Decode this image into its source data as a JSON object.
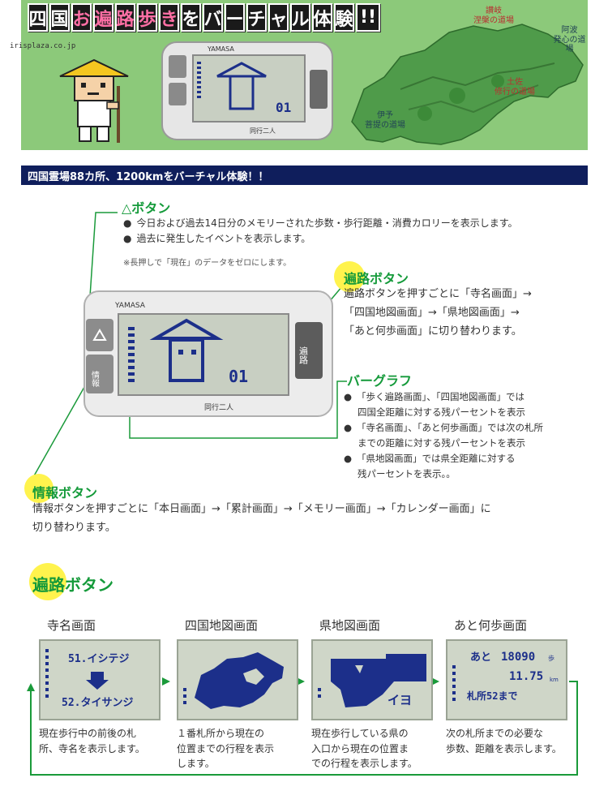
{
  "banner": {
    "title_chars": [
      {
        "ch": "四",
        "accent": false
      },
      {
        "ch": "国",
        "accent": false
      },
      {
        "ch": "お",
        "accent": true
      },
      {
        "ch": "遍",
        "accent": true
      },
      {
        "ch": "路",
        "accent": true
      },
      {
        "ch": "歩",
        "accent": true
      },
      {
        "ch": "き",
        "accent": true
      },
      {
        "ch": "を",
        "accent": false
      },
      {
        "ch": "バ",
        "accent": false
      },
      {
        "ch": "ー",
        "accent": false
      },
      {
        "ch": "チ",
        "accent": false
      },
      {
        "ch": "ャ",
        "accent": false
      },
      {
        "ch": "ル",
        "accent": false
      },
      {
        "ch": "体",
        "accent": false
      },
      {
        "ch": "験",
        "accent": false
      },
      {
        "ch": "!!",
        "accent": false
      }
    ],
    "site_credit": "irisplaza.co.jp",
    "device_brand": "YAMASA",
    "device_counter": "01",
    "device_bottom_text": "同行二人",
    "map_labels": {
      "sanuki_name": "讃岐",
      "sanuki_sub": "涅槃の道場",
      "awa_name": "阿波",
      "awa_sub": "発心の道場",
      "tosa_name": "土佐",
      "tosa_sub": "修行の道場",
      "iyo_name": "伊予",
      "iyo_sub": "菩提の道場"
    }
  },
  "section_title": "四国霊場88カ所、1200kmをバーチャル体験！！",
  "device": {
    "brand": "YAMASA",
    "counter": "01",
    "right_button_label": "遍路",
    "left_button_label": "情報",
    "bottom_text": "同行二人"
  },
  "triangle_button": {
    "heading": "△ボタン",
    "bullets": [
      "今日および過去14日分のメモリーされた歩数・歩行距離・消費カロリーを表示します。",
      "過去に発生したイベントを表示します。"
    ],
    "note": "※長押しで「現在」のデータをゼロにします。"
  },
  "henro_button": {
    "heading_hi": "遍路",
    "heading_rest": "ボタン",
    "lines": [
      "遍路ボタンを押すごとに「寺名画面」→",
      "「四国地図画面」→「県地図画面」→",
      "「あと何歩画面」に切り替わります。"
    ]
  },
  "bar_graph": {
    "heading": "バーグラフ",
    "bullets": [
      {
        "l1": "「歩く遍路画面」、「四国地図画面」では",
        "l2": "四国全距離に対する残パーセントを表示"
      },
      {
        "l1": "「寺名画面」、「あと何歩画面」では次の札所",
        "l2": "までの距離に対する残パーセントを表示"
      },
      {
        "l1": "「県地図画面」では県全距離に対する",
        "l2": "残パーセントを表示。。"
      }
    ]
  },
  "info_button": {
    "heading_hi": "情報",
    "heading_rest": "ボタン",
    "lines": [
      "情報ボタンを押すごとに「本日画面」→「累計画面」→「メモリー画面」→「カレンダー画面」に",
      "切り替わります。"
    ]
  },
  "henro_section": {
    "heading_hi": "遍路",
    "heading_rest": "ボタン"
  },
  "screens": [
    {
      "title": "寺名画面",
      "lcd": {
        "top": "51.イシテジ",
        "bottom": "52.タイサンジ"
      },
      "desc": [
        "現在歩行中の前後の札",
        "所、寺名を表示します。"
      ]
    },
    {
      "title": "四国地図画面",
      "desc": [
        "１番札所から現在の",
        "位置までの行程を表示",
        "します。"
      ]
    },
    {
      "title": "県地図画面",
      "lcd": {
        "label": "イヨ"
      },
      "desc": [
        "現在歩行している県の",
        "入口から現在の位置ま",
        "での行程を表示します。"
      ]
    },
    {
      "title": "あと何歩画面",
      "lcd": {
        "line1_prefix": "あと",
        "steps": "18090",
        "steps_unit": "歩",
        "distance": "11.75",
        "distance_unit": "km",
        "line3": "札所52まで"
      },
      "desc": [
        "次の札所までの必要な",
        "歩数、距離を表示します。"
      ]
    }
  ],
  "colors": {
    "navy": "#0f1e5c",
    "green": "#149a3a",
    "highlight": "#fff34d",
    "lcd": "#cfd6c8",
    "accent_pink": "#ff6fa5"
  }
}
